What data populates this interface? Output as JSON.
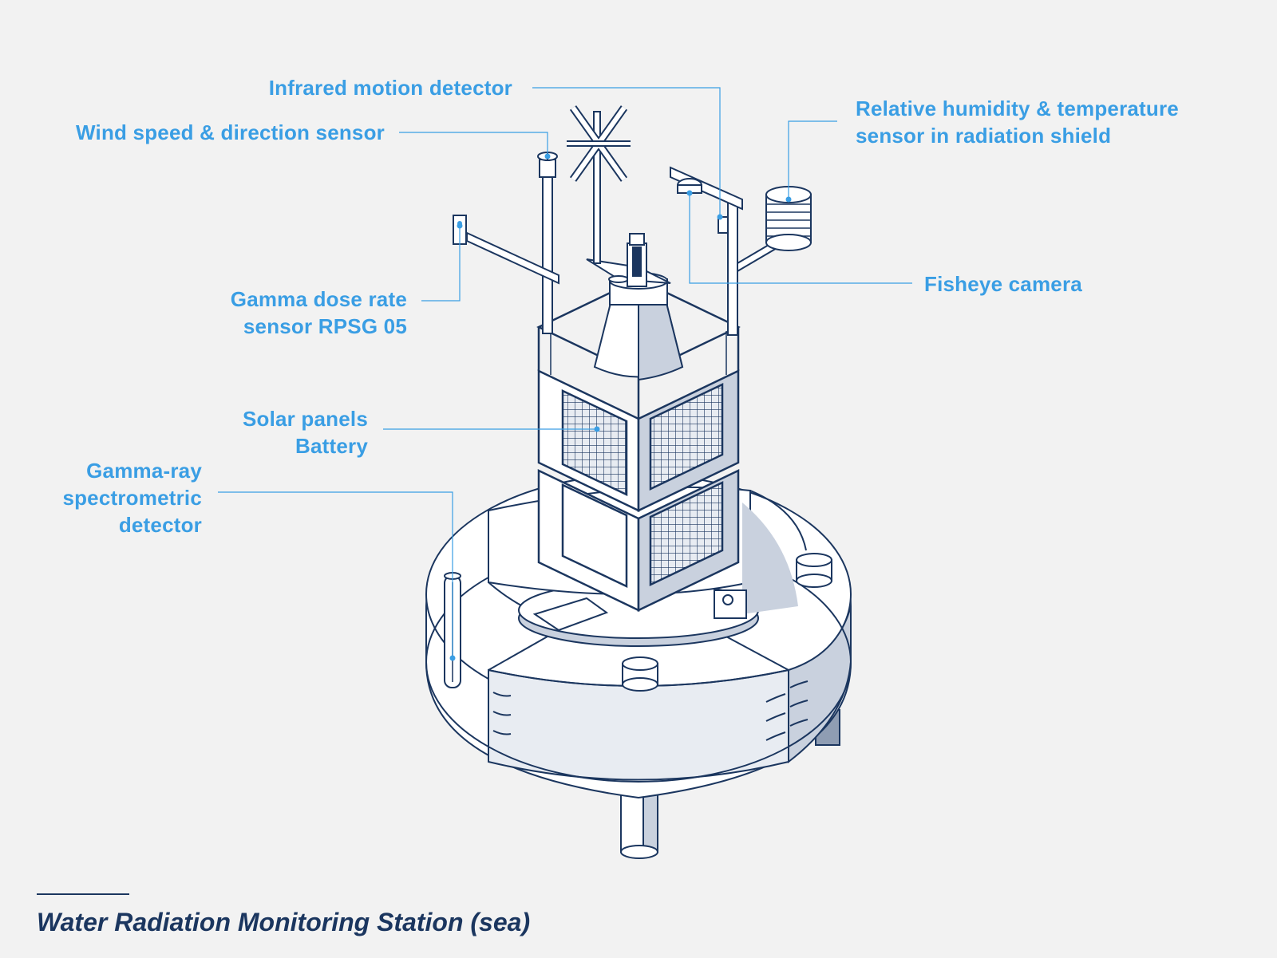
{
  "colors": {
    "background": "#f2f2f2",
    "label": "#3a9ee4",
    "outline": "#1b365f",
    "fill": "#ffffff",
    "shade": "#c9d1de",
    "shade_dark": "#8f9db3",
    "panel_fill": "#e8ecf2",
    "title": "#1b365f"
  },
  "labels": {
    "infrared": "Infrared motion detector",
    "wind": "Wind speed & direction sensor",
    "humidity_line1": "Relative humidity & temperature",
    "humidity_line2": "sensor in radiation shield",
    "fisheye": "Fisheye camera",
    "gamma_dose_line1": "Gamma dose rate",
    "gamma_dose_line2": "sensor RPSG 05",
    "solar_line1": "Solar panels",
    "solar_line2": "Battery",
    "spectro_line1": "Gamma-ray",
    "spectro_line2": "spectrometric",
    "spectro_line3": "detector"
  },
  "title": "Water Radiation Monitoring Station (sea)"
}
